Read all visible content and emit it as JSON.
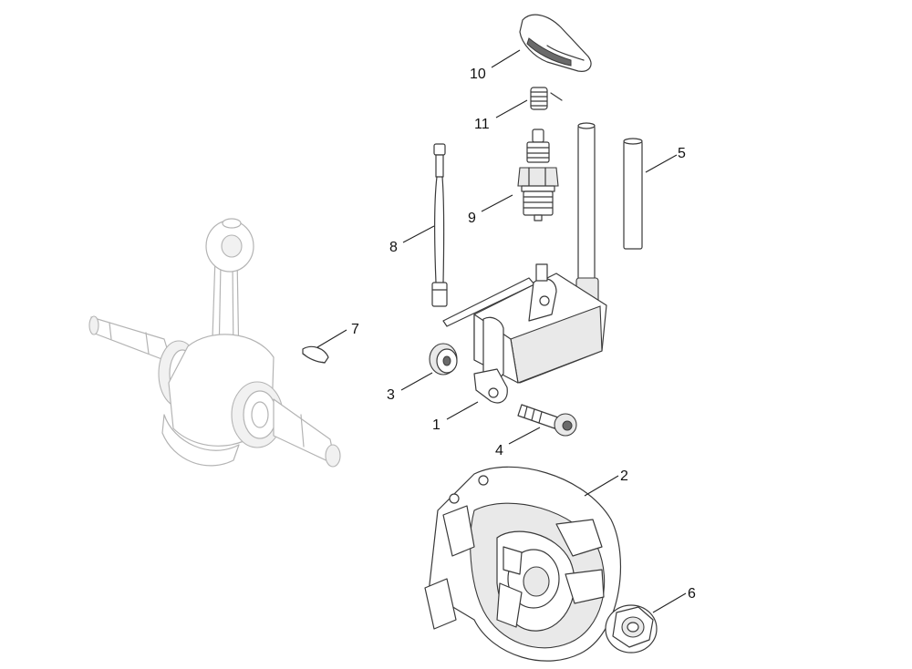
{
  "diagram": {
    "colors": {
      "part_stroke": "#3a3a3a",
      "faded_stroke": "#b4b4b4",
      "shade": "#e9e9e9"
    },
    "callouts": [
      {
        "id": "1",
        "label": "1"
      },
      {
        "id": "2",
        "label": "2"
      },
      {
        "id": "3",
        "label": "3"
      },
      {
        "id": "4",
        "label": "4"
      },
      {
        "id": "5",
        "label": "5"
      },
      {
        "id": "6",
        "label": "6"
      },
      {
        "id": "7",
        "label": "7"
      },
      {
        "id": "8",
        "label": "8"
      },
      {
        "id": "9",
        "label": "9"
      },
      {
        "id": "10",
        "label": "10"
      },
      {
        "id": "11",
        "label": "11"
      }
    ]
  }
}
